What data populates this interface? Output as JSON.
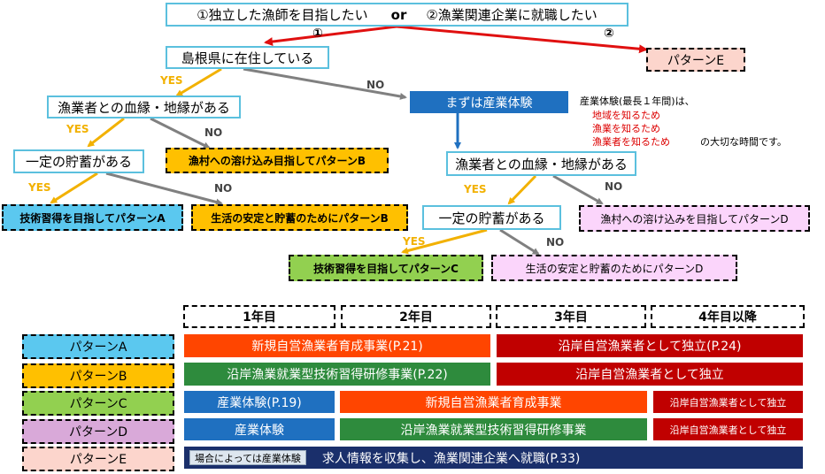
{
  "flow": {
    "top_question_a": "①独立した漁師を目指したい",
    "top_question_or": "or",
    "top_question_b": "②漁業関連企業に就職したい",
    "branch_1": "①",
    "branch_2": "②",
    "q_shimane": "島根県に在住している",
    "q_relation": "漁業者との血縁・地縁がある",
    "q_savings": "一定の貯蓄がある",
    "q_relation_2": "漁業者との血縁・地縁がある",
    "q_savings_2": "一定の貯蓄がある",
    "first_experience": "まずは産業体験",
    "yes": "YES",
    "no": "NO",
    "outcome_e": "パターンE",
    "outcome_b_village": "漁村への溶け込み目指してパターンB",
    "outcome_a": "技術習得を目指してパターンA",
    "outcome_b_life": "生活の安定と貯蓄のためにパターンB",
    "outcome_d_village": "漁村への溶け込みを目指してパターンD",
    "outcome_c": "技術習得を目指してパターンC",
    "outcome_d_life": "生活の安定と貯蓄のためにパターンD"
  },
  "experience_note": {
    "heading": "産業体験(最長１年間)は、",
    "items": [
      "地域を知るため",
      "漁業を知るため",
      "漁業者を知るため"
    ],
    "tail": "の大切な時間です。"
  },
  "table": {
    "headers": [
      "1年目",
      "2年目",
      "3年目",
      "4年目以降"
    ],
    "patterns": [
      {
        "label": "パターンA",
        "color": "#5bc8ef"
      },
      {
        "label": "パターンB",
        "color": "#ffc000"
      },
      {
        "label": "パターンC",
        "color": "#92d050"
      },
      {
        "label": "パターンD",
        "color": "#d9a9d9"
      },
      {
        "label": "パターンE",
        "color": "#fcd5cc"
      }
    ],
    "cells": {
      "a1": "新規自営漁業者育成事業(P.21)",
      "a2": "沿岸自営漁業者として独立(P.24)",
      "b1": "沿岸漁業就業型技術習得研修事業(P.22)",
      "b2": "沿岸自営漁業者として独立",
      "c1": "産業体験(P.19)",
      "c2": "新規自営漁業者育成事業",
      "c3": "沿岸自営漁業者として独立",
      "d1": "産業体験",
      "d2": "沿岸漁業就業型技術習得研修事業",
      "d3": "沿岸自営漁業者として独立",
      "e1": "場合によっては産業体験",
      "e2": "求人情報を収集し、漁業関連企業へ就職(P.33)"
    }
  },
  "colors": {
    "cyan_border": "#5bc0de",
    "yes_arrow": "#f2b100",
    "no_arrow": "#808080",
    "red_arrow": "#e01010",
    "blue_box": "#1f70c0",
    "orange_red": "#ff4500",
    "dark_red": "#c00000",
    "green": "#2e8b3d",
    "navy": "#1a2f6b"
  }
}
